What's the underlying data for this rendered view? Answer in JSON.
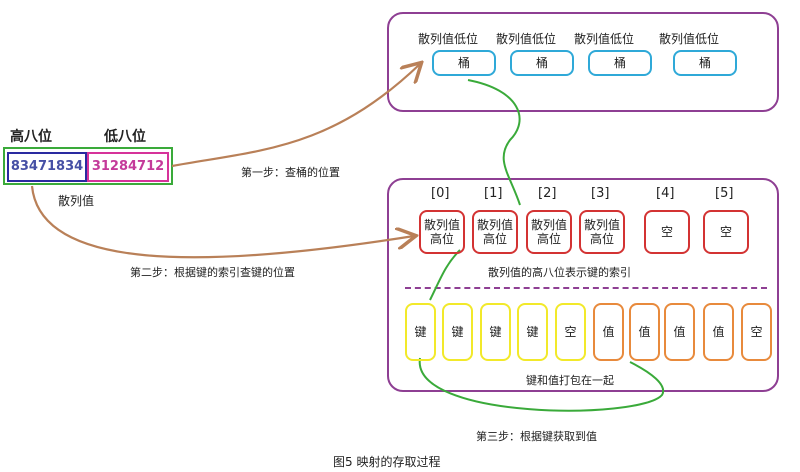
{
  "hash_value": {
    "high_label": "高八位",
    "low_label": "低八位",
    "high_digits": "83471834",
    "low_digits": "31284712",
    "caption": "散列值"
  },
  "buckets": {
    "header_label": "散列值低位",
    "bucket_label": "桶",
    "count": 4
  },
  "index_panel": {
    "indices": [
      "[0]",
      "[1]",
      "[2]",
      "[3]",
      "[4]",
      "[5]"
    ],
    "slots": [
      "散列值\n高位",
      "散列值\n高位",
      "散列值\n高位",
      "散列值\n高位",
      "空",
      "空"
    ],
    "caption": "散列值的高八位表示键的索引",
    "keys": [
      "键",
      "键",
      "键",
      "键",
      "空"
    ],
    "values": [
      "值",
      "值",
      "值",
      "值",
      "空"
    ],
    "pack_caption": "键和值打包在一起"
  },
  "steps": {
    "step1": "第一步：查桶的位置",
    "step2": "第二步：根据键的索引查键的位置",
    "step3": "第三步：根据键获取到值"
  },
  "figure_caption": "图5 映射的存取过程",
  "colors": {
    "panel_border": "#8e3f93",
    "bucket_border": "#2fa9d8",
    "index_border": "#d33333",
    "key_border": "#f2e92a",
    "value_border": "#e88a3c",
    "hash_outer_border": "#3aaa3a",
    "high_digits_color": "#4650a5",
    "low_digits_color": "#c43a9a",
    "arrow_brown": "#b98058",
    "curve_green": "#3aaa3a"
  }
}
